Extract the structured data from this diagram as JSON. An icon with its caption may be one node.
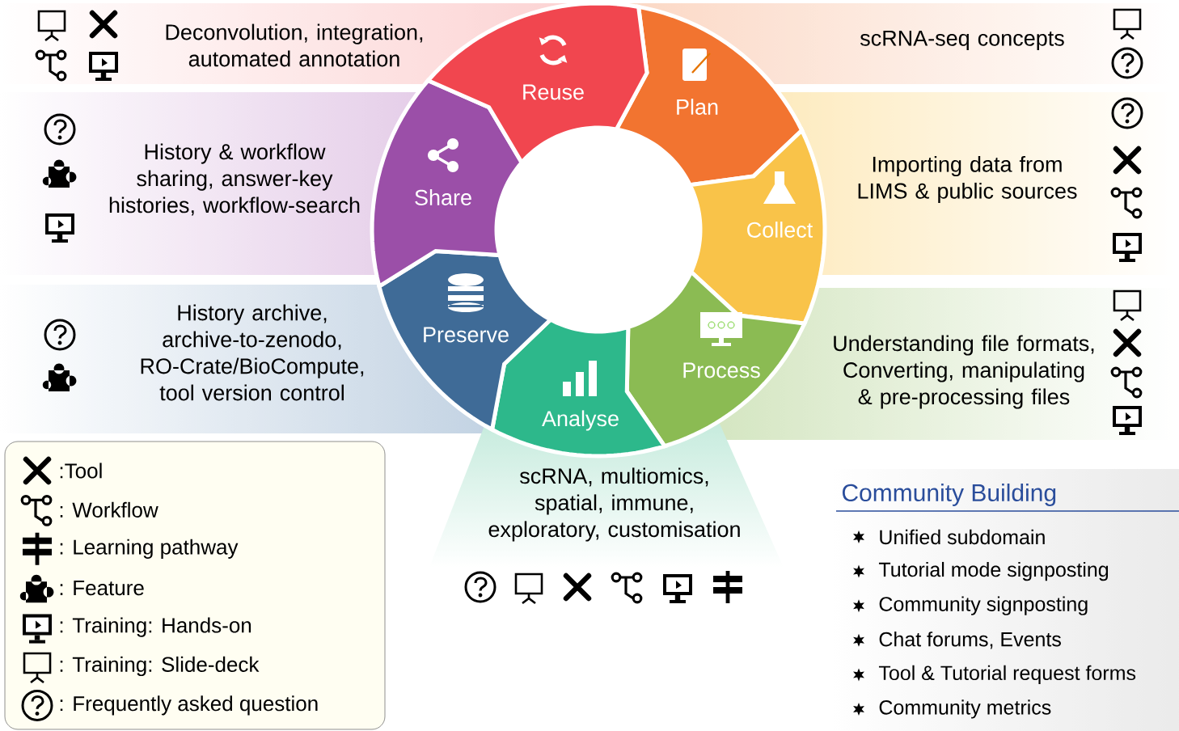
{
  "diagram": {
    "nodes": [
      {
        "text": [
          "Plan"
        ]
      },
      {
        "text": [
          "Collect"
        ]
      },
      {
        "text": [
          "Process"
        ]
      },
      {
        "text": [
          "Analyse"
        ]
      },
      {
        "text": [
          "Preserve"
        ]
      },
      {
        "text": [
          "Share"
        ]
      },
      {
        "text": [
          "Reuse"
        ]
      },
      {
        "text": [
          "Deconvolution, integration, automated annotation"
        ]
      },
      {
        "text": [
          "scRNA-seq concepts"
        ]
      },
      {
        "text": [
          "History & workflow sharing, answer-key histories, workflow-search"
        ]
      },
      {
        "text": [
          "Importing data from LIMS & public sources"
        ]
      },
      {
        "text": [
          "History archive, archive-to-zenodo, RO-Crate/BioCompute, tool version control"
        ]
      },
      {
        "text": [
          "Understanding file formats, Converting, manipulating & pre-processing files"
        ]
      },
      {
        "text": [
          "scRNA, multiomics, spatial, immune, exploratory, customisation"
        ]
      },
      {
        "text": [
          "Community Building",
          "Unified subdomain",
          "Tutorial mode signposting",
          "Community signposting",
          "Chat forums, Events",
          "Tool & Tutorial request forms",
          "Community metrics"
        ]
      }
    ],
    "legend": [
      {
        "text": ":Tool"
      },
      {
        "text": ": Workflow"
      },
      {
        "text": ": Learning pathway"
      },
      {
        "text": ": Feature"
      },
      {
        "text": ": Training: Hands-on"
      },
      {
        "text": ": Training: Slide-deck"
      },
      {
        "text": ": Frequently asked question"
      }
    ]
  }
}
